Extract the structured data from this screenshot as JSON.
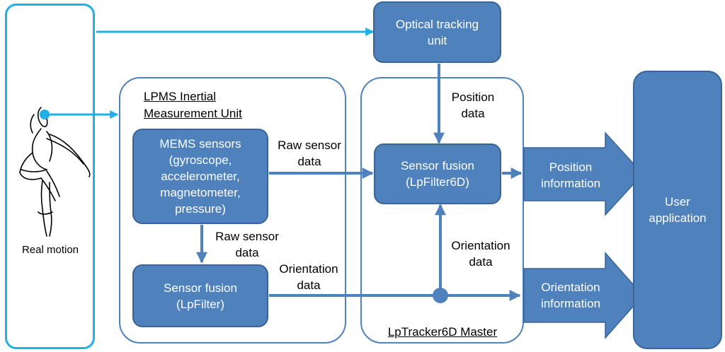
{
  "colors": {
    "node_fill": "#4f81bd",
    "node_border": "#3a6496",
    "outline": "#1fb0e8",
    "group_border": "#4f81bd",
    "connector": "#4f81bd",
    "text_dark": "#000000",
    "text_light": "#ffffff"
  },
  "real_motion": {
    "label": "Real motion",
    "figure": "dancer-figure-icon"
  },
  "lpms_group": {
    "title_line1": "LPMS Inertial",
    "title_line2": "Measurement Unit"
  },
  "tracker_group": {
    "title": "LpTracker6D Master"
  },
  "optical": {
    "line1": "Optical tracking",
    "line2": "unit"
  },
  "mems": {
    "line1": "MEMS sensors",
    "line2": "(gyroscope,",
    "line3": "accelerometer,",
    "line4": "magnetometer,",
    "line5": "pressure)"
  },
  "fusion_lp": {
    "line1": "Sensor fusion",
    "line2": "(LpFilter)"
  },
  "fusion_6d": {
    "line1": "Sensor fusion",
    "line2": "(LpFilter6D)"
  },
  "user_app": {
    "line1": "User",
    "line2": "application"
  },
  "position_info": {
    "line1": "Position",
    "line2": "information"
  },
  "orientation_info": {
    "line1": "Orientation",
    "line2": "information"
  },
  "labels": {
    "raw_right": {
      "line1": "Raw sensor",
      "line2": "data"
    },
    "raw_down": {
      "line1": "Raw sensor",
      "line2": "data"
    },
    "orient_data": {
      "line1": "Orientation",
      "line2": "data"
    },
    "position_data": {
      "line1": "Position",
      "line2": "data"
    },
    "orient_data_up": {
      "line1": "Orientation",
      "line2": "data"
    }
  }
}
